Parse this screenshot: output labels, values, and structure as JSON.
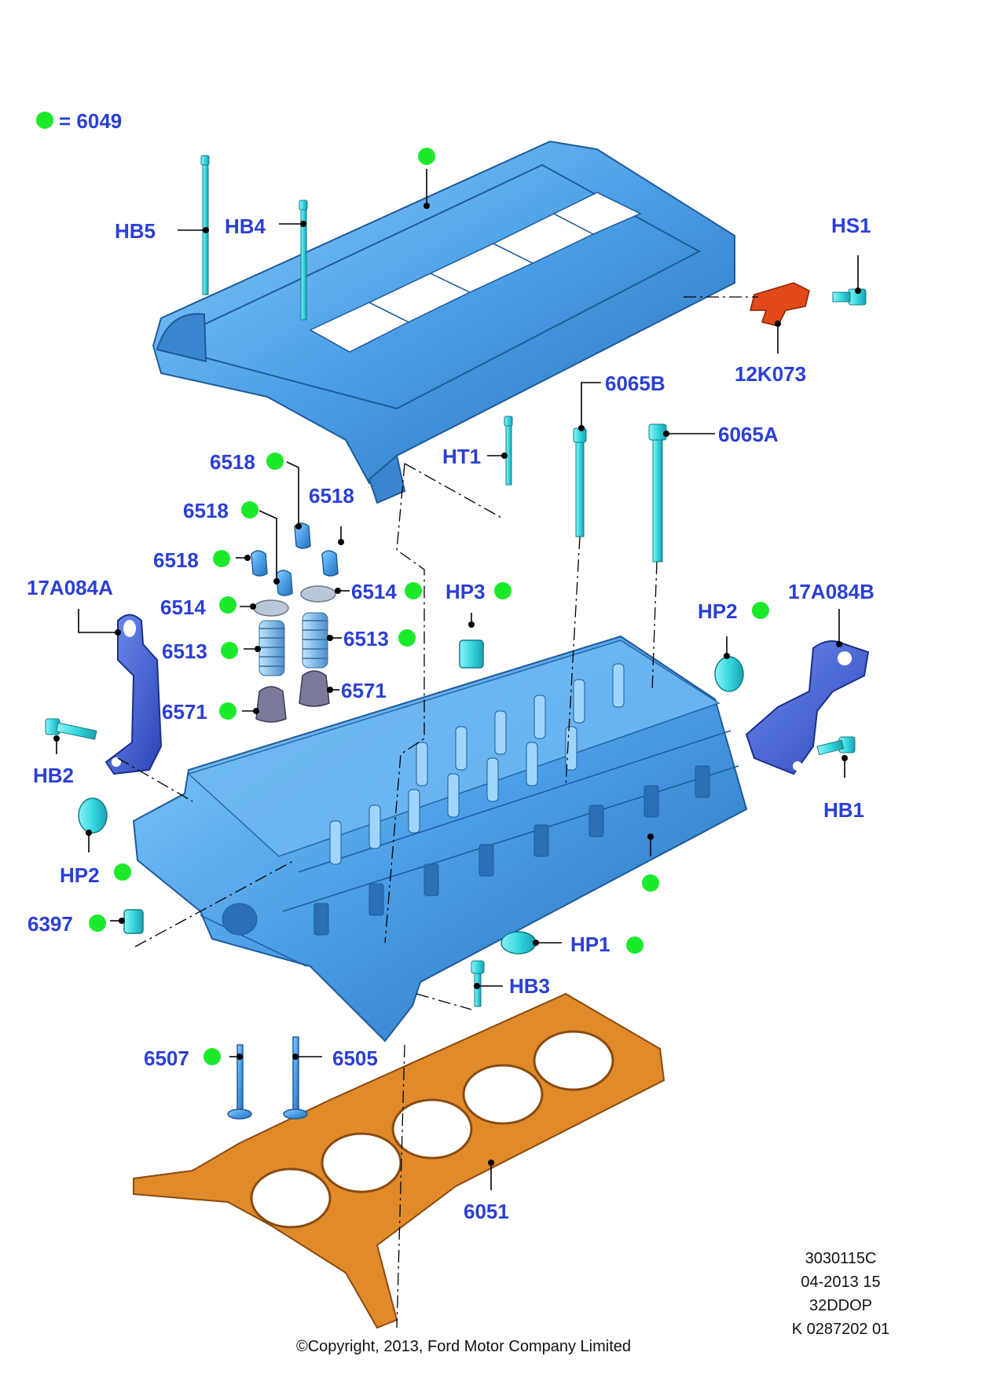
{
  "legend": {
    "text": "= 6049",
    "marker_color": "#1bea2b"
  },
  "labels": {
    "hb5": "HB5",
    "hb4": "HB4",
    "hs1": "HS1",
    "k12k073": "12K073",
    "a6065b": "6065B",
    "a6065a": "6065A",
    "ht1": "HT1",
    "r6518a": "6518",
    "r6518b": "6518",
    "r6518c": "6518",
    "r6518d": "6518",
    "r6514a": "6514",
    "r6514b": "6514",
    "r6513a": "6513",
    "r6513b": "6513",
    "r6571a": "6571",
    "r6571b": "6571",
    "k17a084a": "17A084A",
    "k17a084b": "17A084B",
    "hp3": "HP3",
    "hp2r": "HP2",
    "hp2l": "HP2",
    "hb2": "HB2",
    "hb1": "HB1",
    "hb3": "HB3",
    "r6397": "6397",
    "hp1": "HP1",
    "r6507": "6507",
    "r6505": "6505",
    "r6051": "6051"
  },
  "footer": {
    "code1": "3030115C",
    "code2": "04-2013 15",
    "code3": "32DDOP",
    "code4": "K 0287202 01",
    "copyright": "©Copyright, 2013, Ford Motor Company Limited"
  },
  "colors": {
    "label": "#2a3fd6",
    "part_blue": "#4a9ee6",
    "part_blue_dark": "#2a6fb8",
    "bolt": "#35d8e0",
    "bracket": "#3a5fd0",
    "sensor": "#e24a1a",
    "gasket": "#e08a2a"
  }
}
